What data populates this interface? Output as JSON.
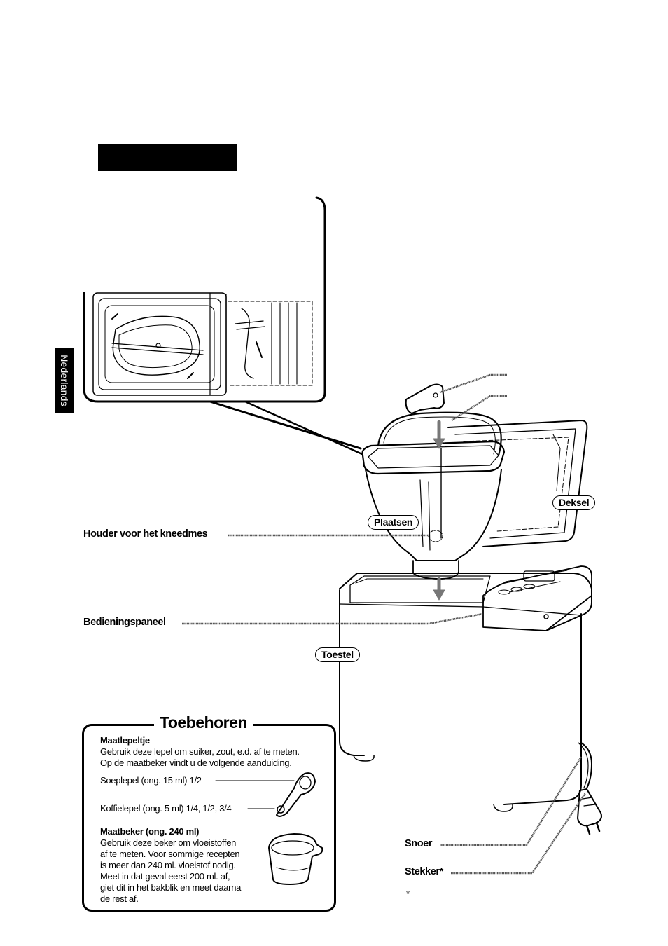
{
  "sidebar": {
    "language": "Nederlands"
  },
  "labels": {
    "houder": "Houder voor het kneedmes",
    "bedieningspaneel": "Bedieningspaneel",
    "plaatsen": "Plaatsen",
    "deksel": "Deksel",
    "toestel": "Toestel",
    "snoer": "Snoer",
    "stekker": "Stekker*",
    "footnote_mark": "*"
  },
  "accessories": {
    "title": "Toebehoren",
    "spoon_heading": "Maatlepeltje",
    "spoon_line1": "Gebruik deze lepel om suiker, zout, e.d. af te meten.",
    "spoon_line2": "Op de maatbeker vindt u de volgende aanduiding.",
    "soeplepel": "Soeplepel (ong. 15 ml) 1/2",
    "koffielepel": "Koffielepel (ong. 5 ml) 1/4, 1/2, 3/4",
    "cup_heading": "Maatbeker (ong. 240 ml)",
    "cup_lines": [
      "Gebruik deze beker om vloeistoffen",
      "af te meten. Voor sommige recepten",
      "is meer dan 240 ml. vloeistof nodig.",
      "Meet in dat geval eerst 200 ml. af,",
      "giet dit in het bakblik en meet daarna",
      "de rest af."
    ]
  }
}
